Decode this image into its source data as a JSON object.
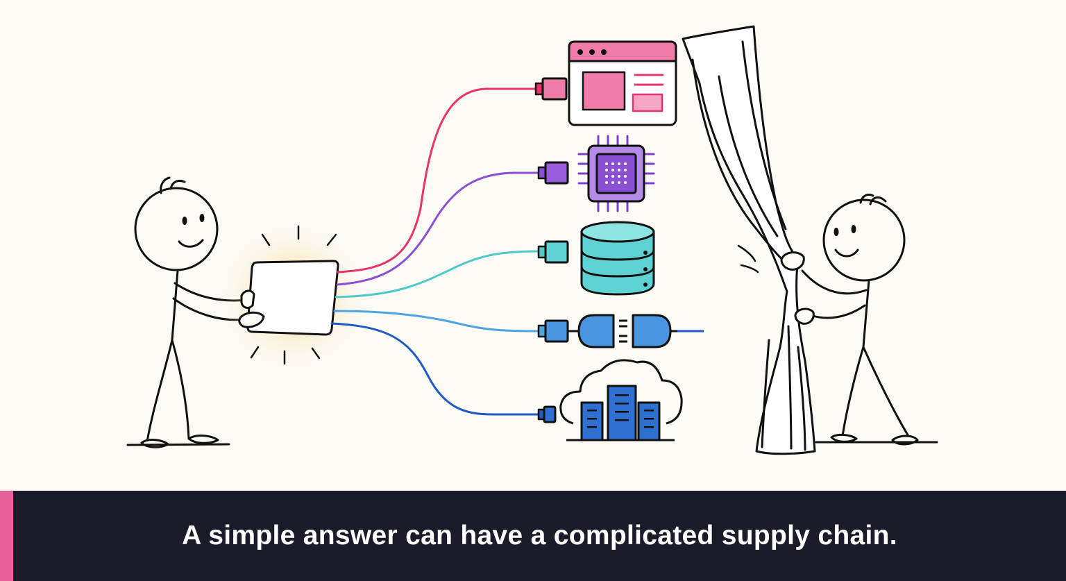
{
  "caption": {
    "text": "A simple answer can have a complicated supply chain."
  },
  "colors": {
    "background": "#fcfaf4",
    "caption_bar": "#1b1b29",
    "caption_accent": "#e8609a",
    "ink": "#111111",
    "glow": "#f6c04a",
    "wire_pink": "#e8336f",
    "wire_purple": "#8b4fd4",
    "wire_teal": "#4fc9c9",
    "wire_lightblue": "#4ea5e4",
    "wire_blue": "#1f5bc4"
  },
  "figures": {
    "left": "stick-figure-holding-glowing-card",
    "right": "stick-figure-pulling-curtain"
  },
  "components": [
    {
      "icon": "browser-window-icon",
      "color": "#f07aa8"
    },
    {
      "icon": "cpu-chip-icon",
      "color": "#9a5cdc"
    },
    {
      "icon": "database-icon",
      "color": "#5fd3d3"
    },
    {
      "icon": "plug-connector-icon",
      "color": "#4a95e0"
    },
    {
      "icon": "cloud-datacenter-icon",
      "color": "#2f6fd0"
    }
  ]
}
